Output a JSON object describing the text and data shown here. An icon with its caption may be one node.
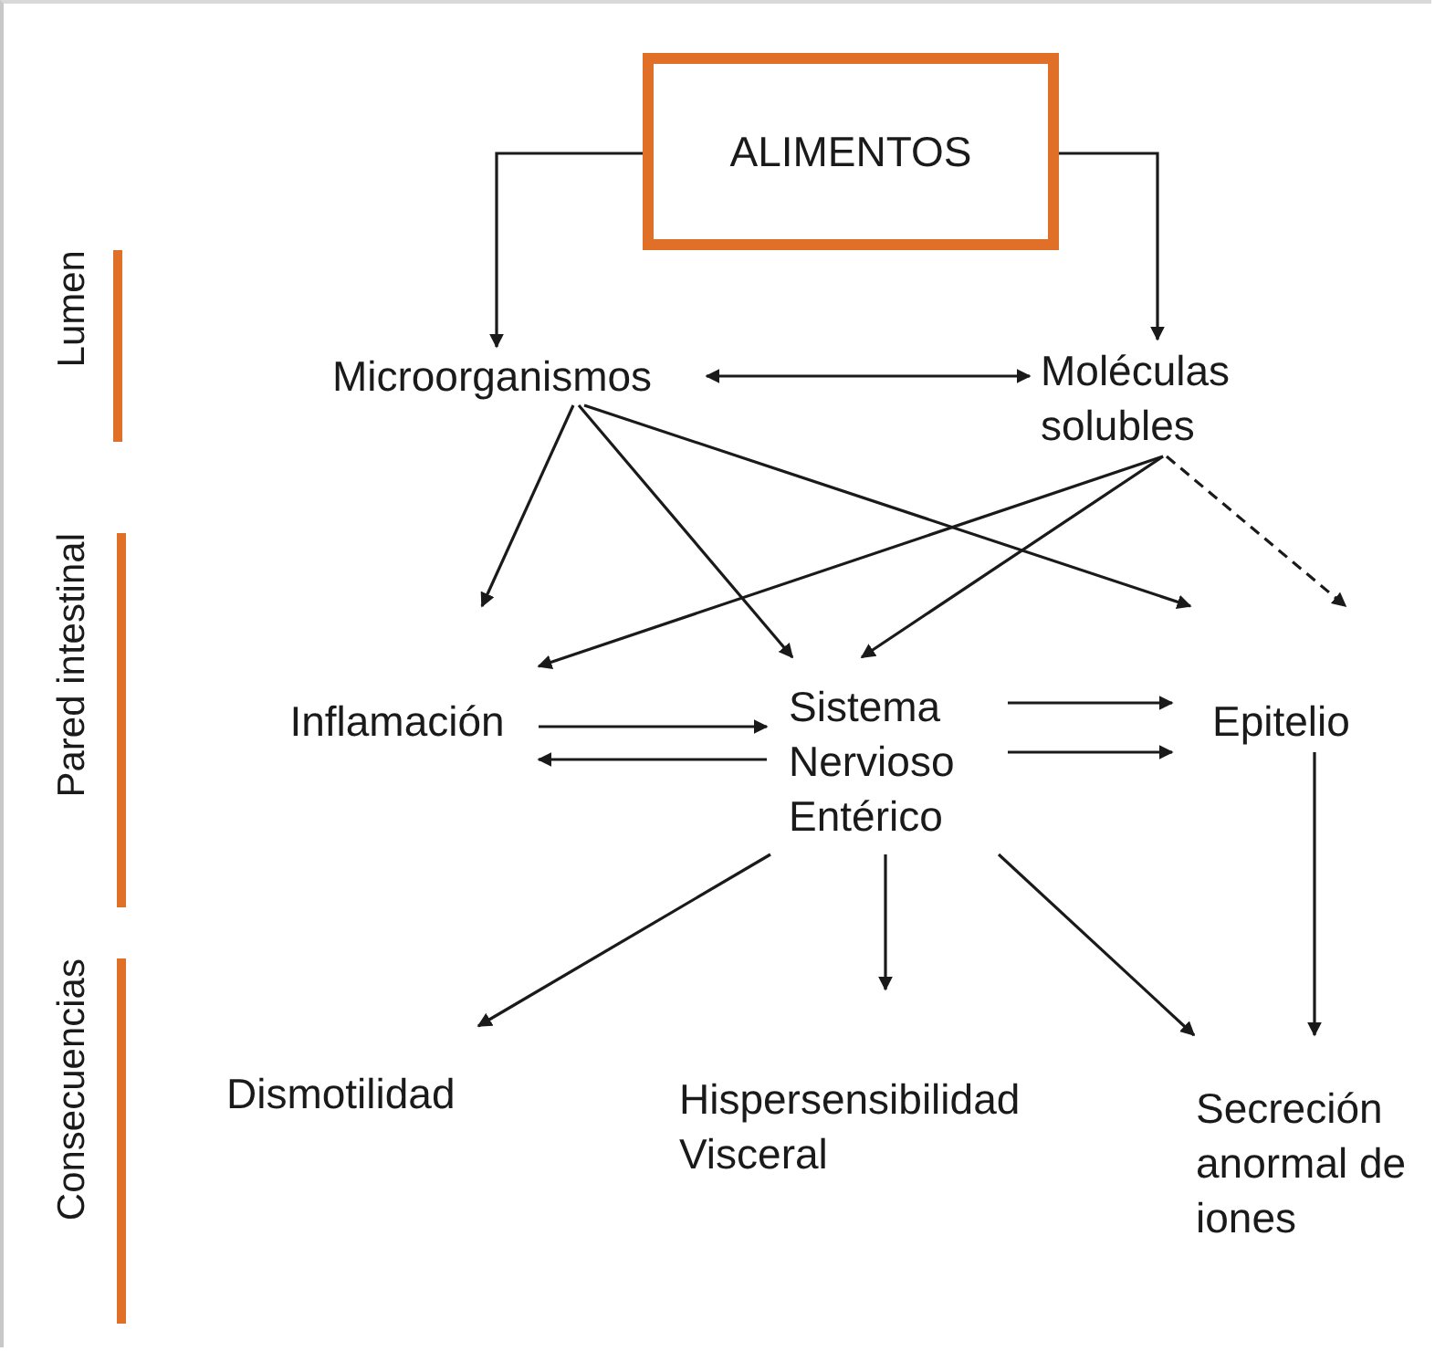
{
  "diagram": {
    "nodes": [
      {
        "text": [
          "ALIMENTOS"
        ]
      },
      {
        "text": [
          "Microorganismos"
        ]
      },
      {
        "text": [
          "Moléculas solubles"
        ]
      },
      {
        "text": [
          "Inflamación"
        ]
      },
      {
        "text": [
          "Sistema Nervioso Entérico"
        ]
      },
      {
        "text": [
          "Epitelio"
        ]
      },
      {
        "text": [
          "Dismotilidad"
        ]
      },
      {
        "text": [
          "Hispersensibilidad Visceral"
        ]
      },
      {
        "text": [
          "Secreción anormal de iones"
        ]
      }
    ],
    "edges": [
      {
        "from": 0,
        "to": 1,
        "arrow": "to"
      },
      {
        "from": 0,
        "to": 2,
        "arrow": "to"
      },
      {
        "from": 1,
        "to": 2,
        "arrow": "both"
      },
      {
        "from": 1,
        "to": 3,
        "arrow": "to"
      },
      {
        "from": 1,
        "to": 4,
        "arrow": "to"
      },
      {
        "from": 1,
        "to": 5,
        "arrow": "to"
      },
      {
        "from": 2,
        "to": 3,
        "arrow": "to"
      },
      {
        "from": 2,
        "to": 4,
        "arrow": "to"
      },
      {
        "from": 2,
        "to": 5,
        "arrow": "to",
        "style": "dashed"
      },
      {
        "from": 3,
        "to": 4,
        "arrow": "to"
      },
      {
        "from": 4,
        "to": 3,
        "arrow": "to"
      },
      {
        "from": 4,
        "to": 5,
        "arrow": "to"
      },
      {
        "from": 4,
        "to": 5,
        "arrow": "to"
      },
      {
        "from": 4,
        "to": 6,
        "arrow": "to"
      },
      {
        "from": 4,
        "to": 7,
        "arrow": "to"
      },
      {
        "from": 4,
        "to": 8,
        "arrow": "to"
      },
      {
        "from": 5,
        "to": 8,
        "arrow": "to"
      }
    ],
    "labels": [
      "Lumen",
      "Pared intestinal",
      "Consecuencias"
    ]
  }
}
